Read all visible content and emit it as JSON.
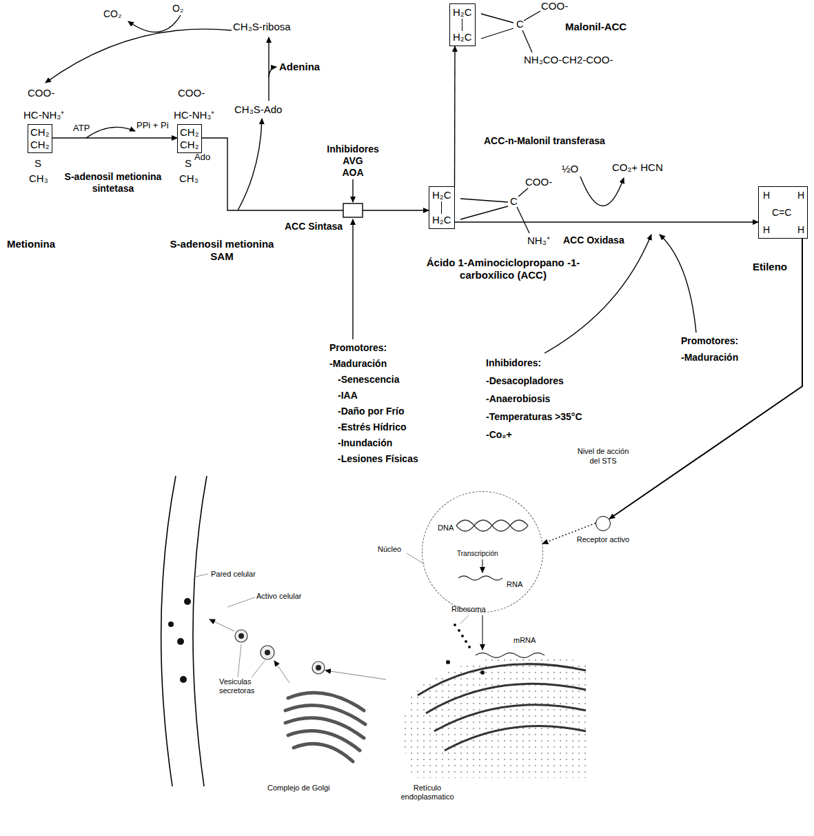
{
  "diagram": {
    "nodes": [
      {
        "text": [
          "CH₂",
          "CH₂"
        ]
      },
      {
        "text": [
          "CH₂",
          "CH₂"
        ]
      },
      {
        "text": [
          "H₂C",
          "H₂C"
        ]
      },
      {
        "text": [
          "H₂C",
          "H₂C"
        ]
      },
      {
        "text": [
          "H",
          "H",
          "C=C",
          "H",
          "H"
        ]
      },
      {
        "text": [
          "DNA",
          "Transcripción",
          "RNA"
        ]
      },
      {
        "text": [
          "Nivel de acción del STS",
          "Receptor activo"
        ]
      }
    ],
    "edges": [
      {
        "from": 0,
        "to": 1,
        "arrow": "to",
        "label": "S-adenosil metionina sintetasa"
      },
      {
        "from": 1,
        "to": 2,
        "arrow": "to",
        "label": "ACC Sintasa"
      },
      {
        "from": 2,
        "to": 3,
        "arrow": "to",
        "label": "ACC-n-Malonil transferasa"
      },
      {
        "from": 2,
        "to": 4,
        "arrow": "to",
        "label": "ACC Oxidasa"
      },
      {
        "from": 4,
        "to": 6,
        "arrow": "to"
      },
      {
        "from": 6,
        "to": 5,
        "arrow": "to"
      }
    ],
    "labels": [
      "CO₂",
      "O₂",
      "CH₃S-ribosa",
      "Adenina",
      "CH₃S-Ado",
      "COO-",
      "HC-NH₃⁺",
      "ATP",
      "PPi + Pi",
      "S",
      "CH₃",
      "Metionina",
      "COO-",
      "HC-NH₃⁺",
      "S",
      "Ado",
      "CH₃",
      "S-adenosil metionina SAM",
      "Inhibidores",
      "AVG",
      "AOA",
      "COO-",
      "NH₃⁺",
      "Ácido 1-Aminociclopropano -1-carboxílico (ACC)",
      "COO-",
      "Malonil-ACC",
      "NH₃CO-CH2-COO-",
      "½O",
      "CO₂+ HCN",
      "Promotores:",
      "-Maduración",
      "-Senescencia",
      "-IAA",
      "-Daño por Frío",
      "-Estrés Hídrico",
      "-Inundación",
      "-Lesiones Físicas",
      "Inhibidores:",
      "-Desacopladores",
      "-Anaerobiosis",
      "-Temperaturas >35°C",
      "-Co₂+",
      "Promotores:",
      "-Maduración",
      "Etileno",
      "Núcleo",
      "Pared celular",
      "Ribosoma",
      "Activo celular",
      "mRNA",
      "Vesiculas secretoras",
      "Complejo de Golgi",
      "Retículo endoplasmatico",
      "C",
      "C"
    ]
  }
}
